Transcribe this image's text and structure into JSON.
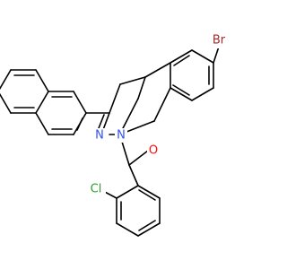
{
  "molecule": {
    "atoms": [
      {
        "id": "Br",
        "label": "Br",
        "element": "Br",
        "color": "#a52a2a"
      },
      {
        "id": "Cl",
        "label": "Cl",
        "element": "Cl",
        "color": "#2aa02a"
      },
      {
        "id": "O",
        "label": "O",
        "element": "O",
        "color": "#ff0d0d"
      },
      {
        "id": "N1",
        "label": "N",
        "element": "N",
        "color": "#3050f8"
      },
      {
        "id": "N2",
        "label": "N",
        "element": "N",
        "color": "#3050f8"
      }
    ],
    "bond_color": "#000000"
  }
}
